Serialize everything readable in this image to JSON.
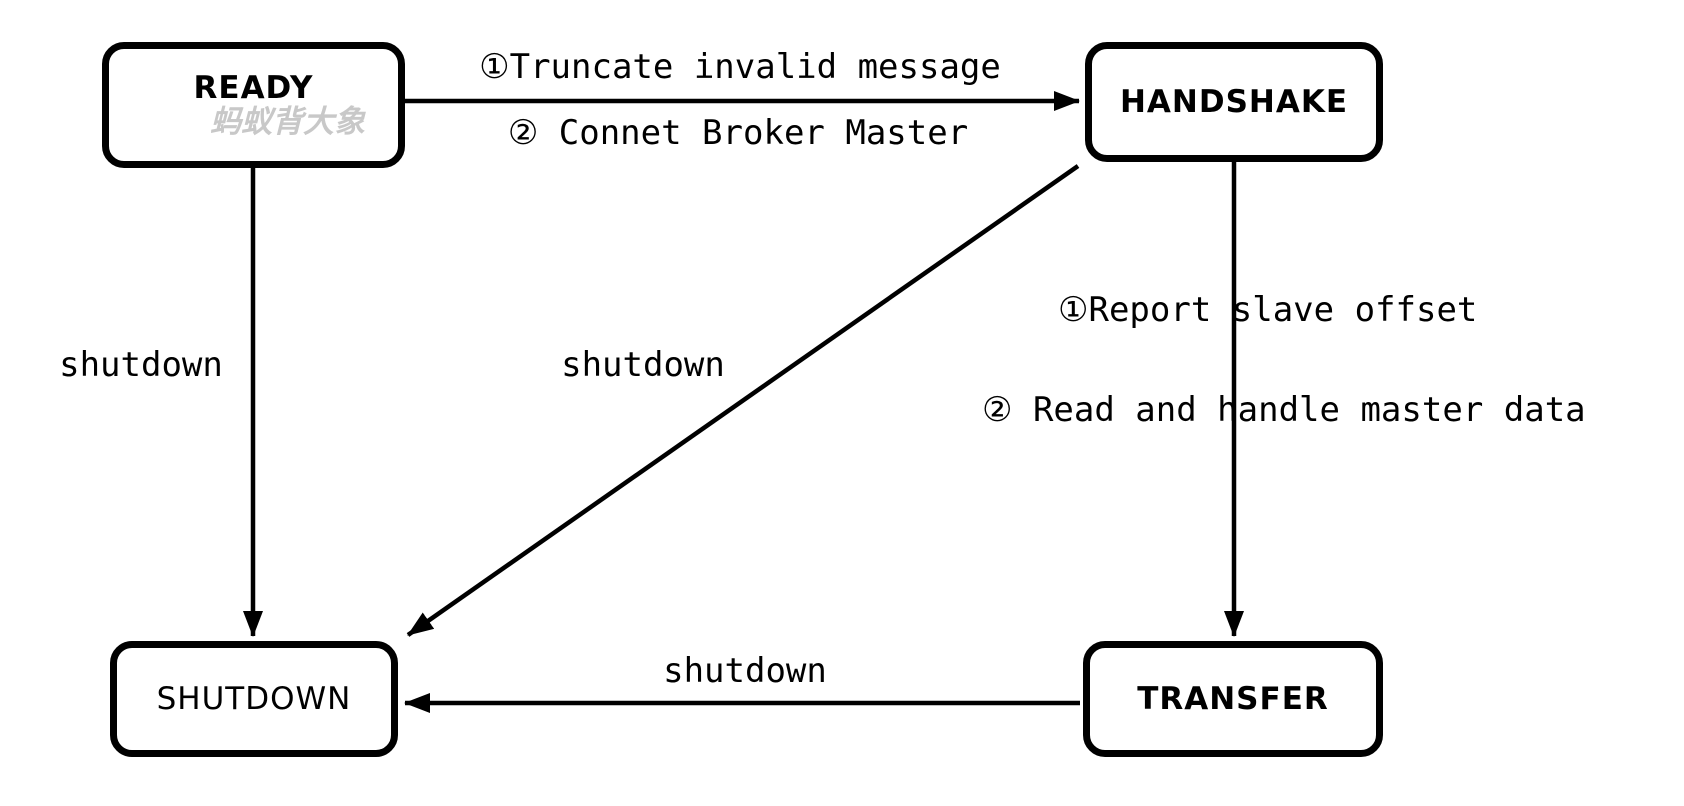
{
  "diagram": {
    "type": "state-transition-diagram",
    "background_color": "#ffffff",
    "stroke_color": "#000000",
    "watermark_color": "#c8c8c8",
    "states": [
      {
        "id": "ready",
        "label": "READY",
        "watermark": "蚂蚁背大象"
      },
      {
        "id": "handshake",
        "label": "HANDSHAKE"
      },
      {
        "id": "shutdown",
        "label": "SHUTDOWN"
      },
      {
        "id": "transfer",
        "label": "TRANSFER"
      }
    ],
    "transitions": [
      {
        "from": "READY",
        "to": "HANDSHAKE",
        "labels": [
          "①Truncate invalid message",
          "② Connet Broker Master"
        ]
      },
      {
        "from": "READY",
        "to": "SHUTDOWN",
        "labels": [
          "shutdown"
        ]
      },
      {
        "from": "HANDSHAKE",
        "to": "SHUTDOWN",
        "labels": [
          "shutdown"
        ]
      },
      {
        "from": "HANDSHAKE",
        "to": "TRANSFER",
        "labels": [
          "①Report slave offset",
          "② Read and handle master data"
        ]
      },
      {
        "from": "TRANSFER",
        "to": "SHUTDOWN",
        "labels": [
          "shutdown"
        ]
      }
    ]
  }
}
